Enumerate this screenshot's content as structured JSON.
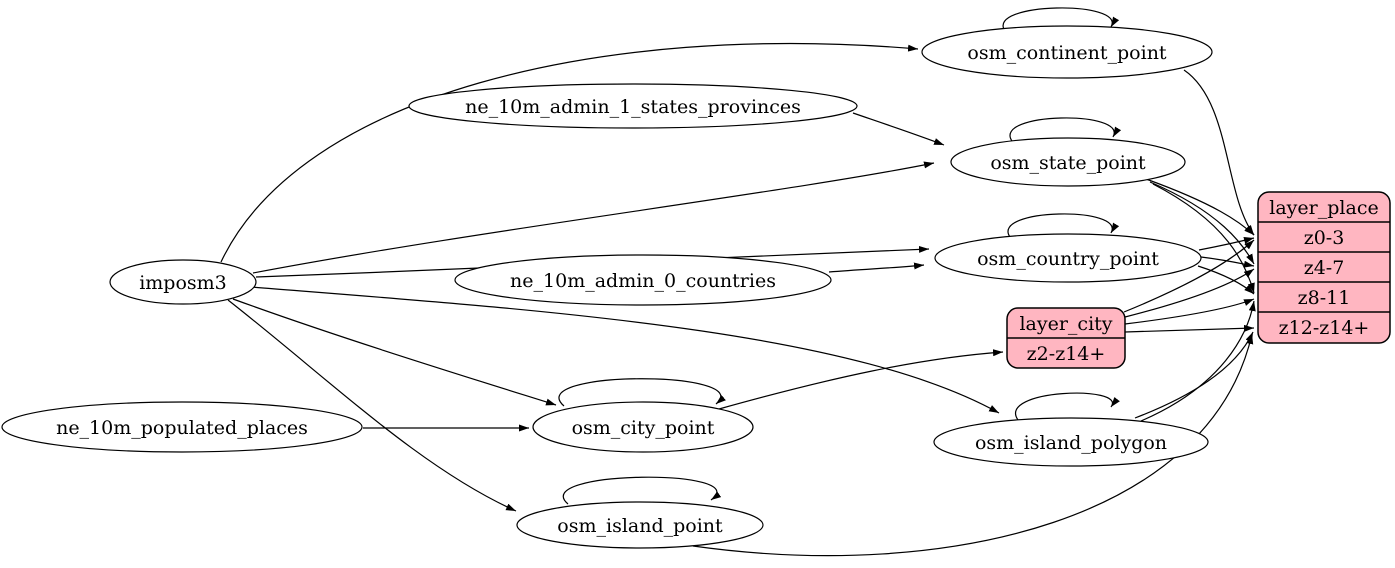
{
  "diagram": {
    "type": "etl-graph",
    "background_color": "#ffffff",
    "edge_color": "#000000",
    "ellipse_fill": "#ffffff",
    "record_fill": "#ffb6c1",
    "border_color": "#000000"
  },
  "nodes": {
    "imposm3": {
      "label": "imposm3"
    },
    "ne_10m_admin_1_states_provinces": {
      "label": "ne_10m_admin_1_states_provinces"
    },
    "ne_10m_admin_0_countries": {
      "label": "ne_10m_admin_0_countries"
    },
    "ne_10m_populated_places": {
      "label": "ne_10m_populated_places"
    },
    "osm_continent_point": {
      "label": "osm_continent_point"
    },
    "osm_state_point": {
      "label": "osm_state_point"
    },
    "osm_country_point": {
      "label": "osm_country_point"
    },
    "osm_city_point": {
      "label": "osm_city_point"
    },
    "osm_island_polygon": {
      "label": "osm_island_polygon"
    },
    "osm_island_point": {
      "label": "osm_island_point"
    }
  },
  "records": {
    "layer_city": {
      "title": "layer_city",
      "rows": [
        "z2-z14+"
      ]
    },
    "layer_place": {
      "title": "layer_place",
      "rows": [
        "z0-3",
        "z4-7",
        "z8-11",
        "z12-z14+"
      ]
    }
  },
  "edges": [
    {
      "from": "imposm3",
      "to": "osm_continent_point"
    },
    {
      "from": "imposm3",
      "to": "osm_state_point"
    },
    {
      "from": "imposm3",
      "to": "osm_country_point"
    },
    {
      "from": "imposm3",
      "to": "osm_city_point"
    },
    {
      "from": "imposm3",
      "to": "osm_island_polygon"
    },
    {
      "from": "imposm3",
      "to": "osm_island_point"
    },
    {
      "from": "ne_10m_admin_1_states_provinces",
      "to": "osm_state_point"
    },
    {
      "from": "ne_10m_admin_0_countries",
      "to": "osm_country_point"
    },
    {
      "from": "ne_10m_populated_places",
      "to": "osm_city_point"
    },
    {
      "from": "osm_continent_point",
      "to": "osm_continent_point"
    },
    {
      "from": "osm_state_point",
      "to": "osm_state_point"
    },
    {
      "from": "osm_country_point",
      "to": "osm_country_point"
    },
    {
      "from": "osm_city_point",
      "to": "osm_city_point"
    },
    {
      "from": "osm_island_polygon",
      "to": "osm_island_polygon"
    },
    {
      "from": "osm_island_point",
      "to": "osm_island_point"
    },
    {
      "from": "osm_city_point",
      "to": "layer_city:z2-z14+"
    },
    {
      "from": "osm_continent_point",
      "to": "layer_place:z0-3"
    },
    {
      "from": "osm_state_point",
      "to": "layer_place:z0-3"
    },
    {
      "from": "osm_state_point",
      "to": "layer_place:z4-7"
    },
    {
      "from": "osm_state_point",
      "to": "layer_place:z8-11"
    },
    {
      "from": "osm_country_point",
      "to": "layer_place:z0-3"
    },
    {
      "from": "osm_country_point",
      "to": "layer_place:z4-7"
    },
    {
      "from": "osm_country_point",
      "to": "layer_place:z8-11"
    },
    {
      "from": "layer_city",
      "to": "layer_place:z0-3"
    },
    {
      "from": "layer_city",
      "to": "layer_place:z4-7"
    },
    {
      "from": "layer_city",
      "to": "layer_place:z8-11"
    },
    {
      "from": "layer_city",
      "to": "layer_place:z12-z14+"
    },
    {
      "from": "osm_island_polygon",
      "to": "layer_place:z8-11"
    },
    {
      "from": "osm_island_polygon",
      "to": "layer_place:z12-z14+"
    },
    {
      "from": "osm_island_point",
      "to": "layer_place:z12-z14+"
    }
  ]
}
